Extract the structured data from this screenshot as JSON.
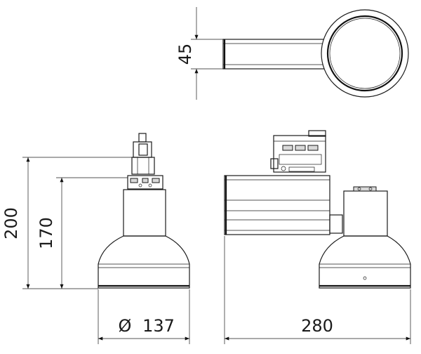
{
  "dimensions": {
    "shaft_width": "45",
    "height_total": "200",
    "height_body": "170",
    "diameter_symbol": "Ø",
    "diameter_value": "137",
    "length": "280"
  }
}
